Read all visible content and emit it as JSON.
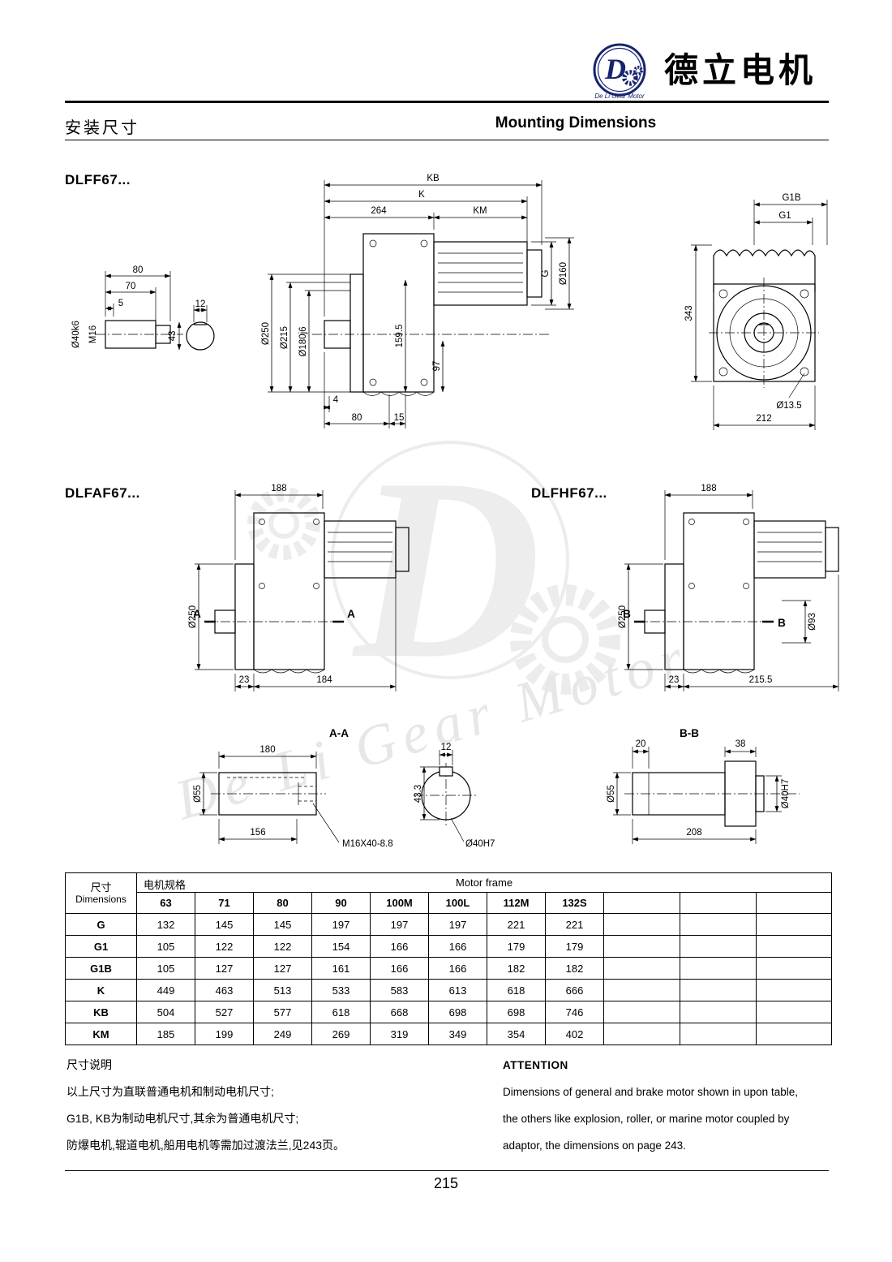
{
  "header": {
    "brand": "德立电机",
    "logo_letter": "D",
    "logo_sub": "De Li Gear Motor"
  },
  "title": {
    "zh": "安装尺寸",
    "en": "Mounting Dimensions"
  },
  "watermark": {
    "letter": "D",
    "text": "De Li Gear Motor"
  },
  "drawings": {
    "dlff67": {
      "label": "DLFF67...",
      "dims": {
        "len80": "80",
        "len70": "70",
        "len5": "5",
        "thread": "M16",
        "shaft_dia": "Ø40k6",
        "key12": "12",
        "key43": "43",
        "kb": "KB",
        "k": "K",
        "front264": "264",
        "km": "KM",
        "g": "G",
        "motor160": "Ø160",
        "flange250": "Ø250",
        "pilot215": "Ø215",
        "spigot180": "Ø180j6",
        "h1595": "159.5",
        "h97": "97",
        "b4": "4",
        "b80": "80",
        "b15": "15",
        "g1b": "G1B",
        "g1": "G1",
        "h343": "343",
        "hole135": "Ø13.5",
        "w212": "212"
      }
    },
    "dlfaf67": {
      "label": "DLFAF67...",
      "dims": {
        "top188": "188",
        "flange250": "Ø250",
        "cut": "A",
        "b23": "23",
        "b184": "184"
      }
    },
    "dlfhf67": {
      "label": "DLFHF67...",
      "dims": {
        "top188": "188",
        "flange250": "Ø250",
        "hub93": "Ø93",
        "cut": "B",
        "b23": "23",
        "b2155": "215.5"
      }
    },
    "section_aa": {
      "label": "A-A",
      "dims": {
        "len180": "180",
        "dia55": "Ø55",
        "len156": "156",
        "thread": "M16X40-8.8",
        "key12": "12",
        "key433": "43.3",
        "bore40": "Ø40H7"
      }
    },
    "section_bb": {
      "label": "B-B",
      "dims": {
        "g20": "20",
        "g38": "38",
        "dia55": "Ø55",
        "len208": "208",
        "bore40": "Ø40H7"
      }
    }
  },
  "table": {
    "dim_zh": "尺寸",
    "dim_en": "Dimensions",
    "spec_zh": "电机规格",
    "frame_en": "Motor frame",
    "columns": [
      "63",
      "71",
      "80",
      "90",
      "100M",
      "100L",
      "112M",
      "132S"
    ],
    "rows": [
      {
        "name": "G",
        "values": [
          "132",
          "145",
          "145",
          "197",
          "197",
          "197",
          "221",
          "221"
        ]
      },
      {
        "name": "G1",
        "values": [
          "105",
          "122",
          "122",
          "154",
          "166",
          "166",
          "179",
          "179"
        ]
      },
      {
        "name": "G1B",
        "values": [
          "105",
          "127",
          "127",
          "161",
          "166",
          "166",
          "182",
          "182"
        ]
      },
      {
        "name": "K",
        "values": [
          "449",
          "463",
          "513",
          "533",
          "583",
          "613",
          "618",
          "666"
        ]
      },
      {
        "name": "KB",
        "values": [
          "504",
          "527",
          "577",
          "618",
          "668",
          "698",
          "698",
          "746"
        ]
      },
      {
        "name": "KM",
        "values": [
          "185",
          "199",
          "249",
          "269",
          "319",
          "349",
          "354",
          "402"
        ]
      }
    ]
  },
  "notes": {
    "zh_title": "尺寸说明",
    "zh_lines": [
      "以上尺寸为直联普通电机和制动电机尺寸;",
      "G1B, KB为制动电机尺寸,其余为普通电机尺寸;",
      "防爆电机,辊道电机,船用电机等需加过渡法兰,见243页。"
    ],
    "en_title": "ATTENTION",
    "en_lines": [
      "Dimensions of general and brake motor shown in upon table,",
      "the others like explosion, roller, or marine motor coupled by",
      "adaptor, the dimensions on page 243."
    ]
  },
  "footer": {
    "page": "215"
  }
}
